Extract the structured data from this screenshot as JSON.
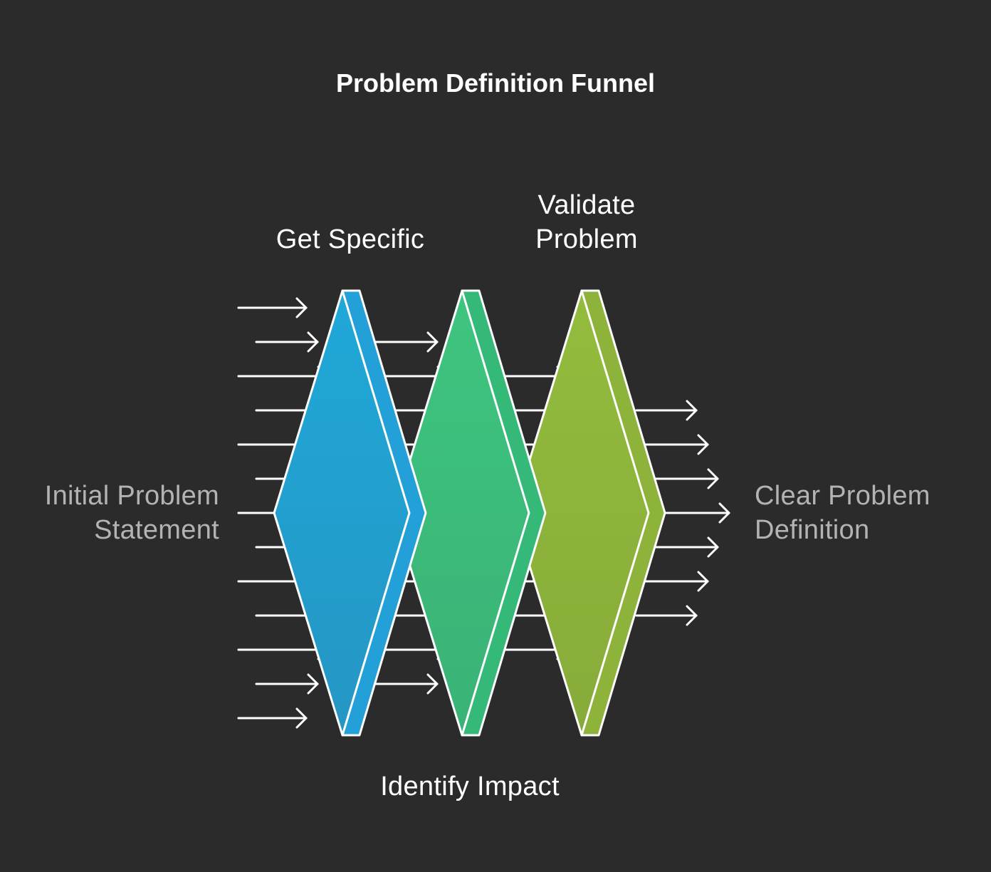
{
  "title": "Problem Definition Funnel",
  "input_label": "Initial Problem\nStatement",
  "output_label": "Clear Problem\nDefinition",
  "stages": [
    {
      "label": "Get Specific",
      "color": "#1fa8d8",
      "color_dark": "#1f96c8",
      "edge": "#23a0d8"
    },
    {
      "label": "Identify Impact",
      "color": "#3ec57f",
      "color_dark": "#37b377",
      "edge": "#35b978"
    },
    {
      "label": "Validate\nProblem",
      "color": "#93bc3c",
      "color_dark": "#87ac38",
      "edge": "#8db33a"
    }
  ],
  "colors": {
    "background": "#2b2b2b",
    "stroke": "#ffffff",
    "muted_text": "#b3b3b3"
  }
}
